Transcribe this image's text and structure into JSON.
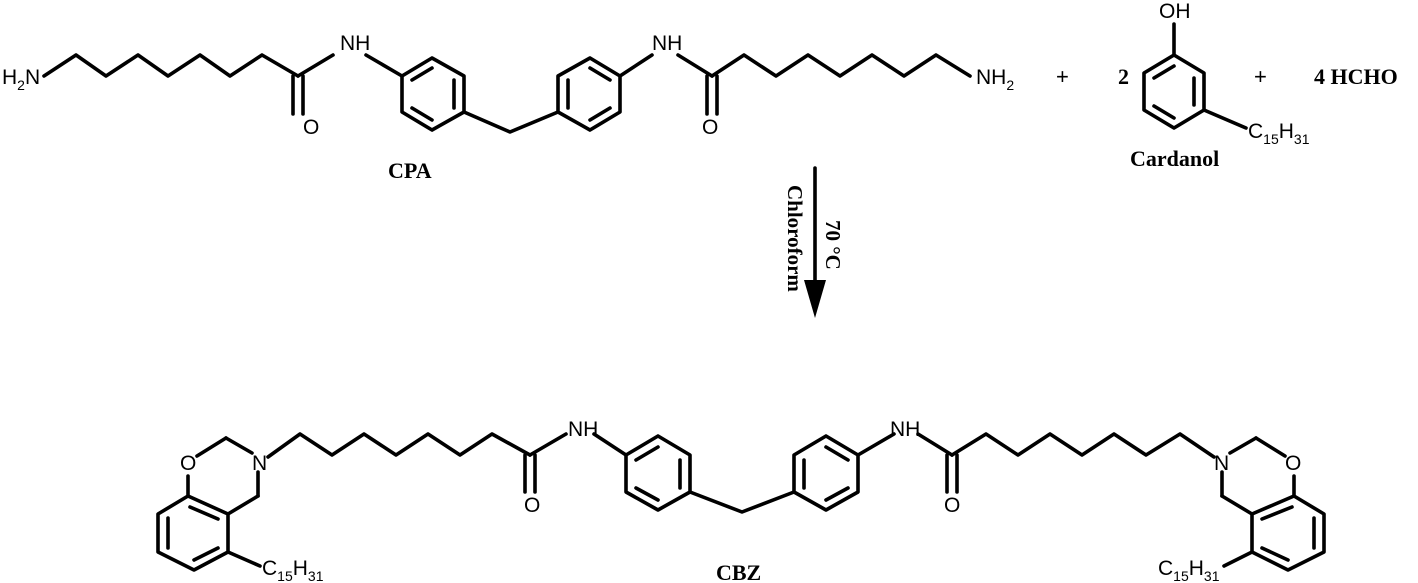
{
  "reactants": {
    "cpa_label": "CPA",
    "cardanol_label": "Cardanol",
    "cardanol_coefficient": "2",
    "formaldehyde": "4 HCHO",
    "plus_sign": "+"
  },
  "atoms": {
    "nh": "NH",
    "n": "N",
    "o": "O",
    "oh": "OH",
    "h": "H",
    "h2_sub": "2",
    "c": "C",
    "c15_sub": "15",
    "h31_sub": "31"
  },
  "conditions": {
    "temperature": "70 °C",
    "solvent": "Chloroform"
  },
  "product": {
    "label": "CBZ"
  }
}
